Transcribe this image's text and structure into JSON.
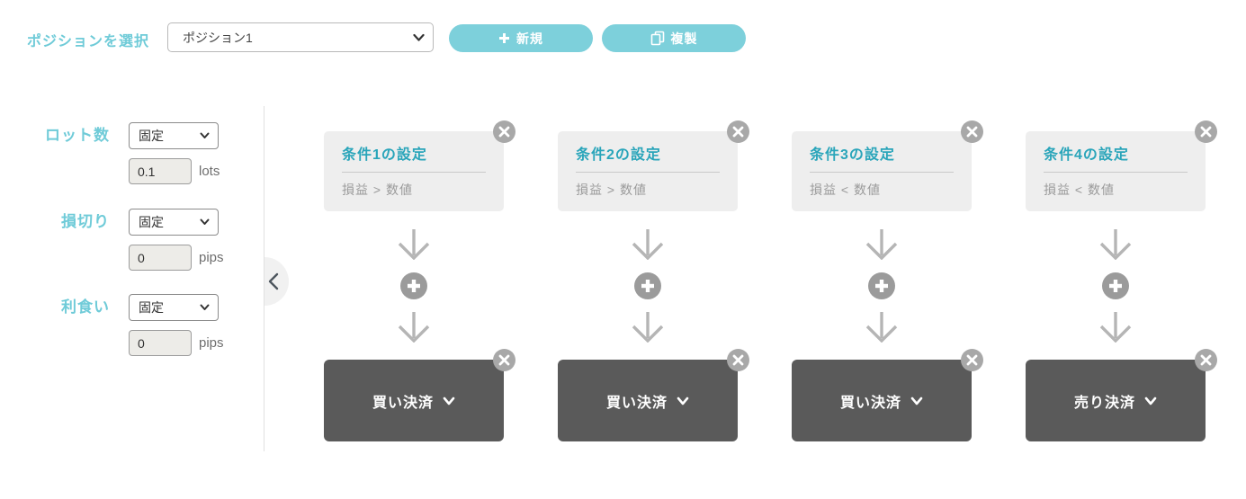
{
  "colors": {
    "accent_light": "#6fcbd8",
    "accent_button": "#7dd0db",
    "accent_title": "#2aa5ba",
    "card_bg": "#eeeeee",
    "action_bg": "#5a5a5a",
    "close_circle": "#a8a8a8",
    "arrow_gray": "#b5b5b5"
  },
  "header": {
    "label": "ポジションを選択",
    "position_select": {
      "value": "ポジション1"
    },
    "new_button": {
      "label": "新規",
      "icon": "plus-icon"
    },
    "duplicate_button": {
      "label": "複製",
      "icon": "copy-icon"
    }
  },
  "sidebar": {
    "rows": [
      {
        "label": "ロット数",
        "mode": "固定",
        "value": "0.1",
        "unit": "lots"
      },
      {
        "label": "損切り",
        "mode": "固定",
        "value": "0",
        "unit": "pips"
      },
      {
        "label": "利食い",
        "mode": "固定",
        "value": "0",
        "unit": "pips"
      }
    ],
    "collapse_icon": "chevron-left-icon"
  },
  "columns": [
    {
      "title": "条件1の設定",
      "condition": "損益 > 数値",
      "action": "買い決済"
    },
    {
      "title": "条件2の設定",
      "condition": "損益 > 数値",
      "action": "買い決済"
    },
    {
      "title": "条件3の設定",
      "condition": "損益 < 数値",
      "action": "買い決済"
    },
    {
      "title": "条件4の設定",
      "condition": "損益 < 数値",
      "action": "売り決済"
    }
  ]
}
